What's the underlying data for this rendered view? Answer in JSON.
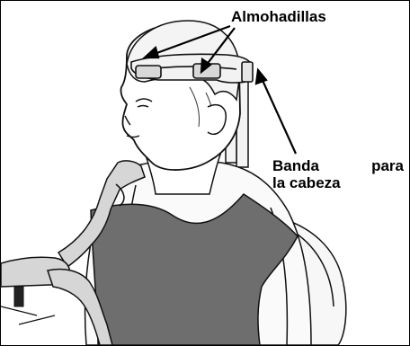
{
  "labels": {
    "headpads": "Almohadillas",
    "headband_line1_word1": "Banda",
    "headband_line1_word2": "para",
    "headband_line2": "la cabeza"
  }
}
